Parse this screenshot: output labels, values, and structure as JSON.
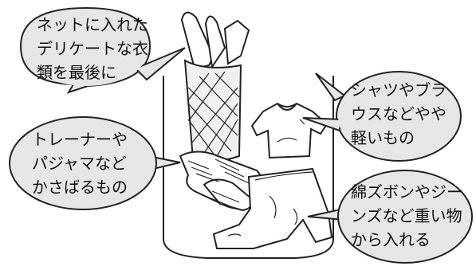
{
  "colors": {
    "bubble_fill": "#e6e6e6",
    "outline": "#222222",
    "background": "#ffffff"
  },
  "bubbles": {
    "delicate": {
      "lines": [
        "ネットに入れた",
        "デリケートな衣",
        "類を最後に"
      ]
    },
    "light": {
      "lines": [
        "シャツやブラ",
        "ウスなどやや",
        "軽いもの"
      ]
    },
    "bulky": {
      "lines": [
        "トレーナーや",
        "パジャマなど",
        "かさばるもの"
      ]
    },
    "heavy": {
      "lines": [
        "綿ズボンやジー",
        "ンズなど重い物",
        "から入れる"
      ]
    }
  },
  "illustration": {
    "items": [
      "mesh-laundry-net-icon",
      "t-shirt-icon",
      "folded-sweater-icon",
      "jeans-icon",
      "washing-tub-icon"
    ]
  }
}
